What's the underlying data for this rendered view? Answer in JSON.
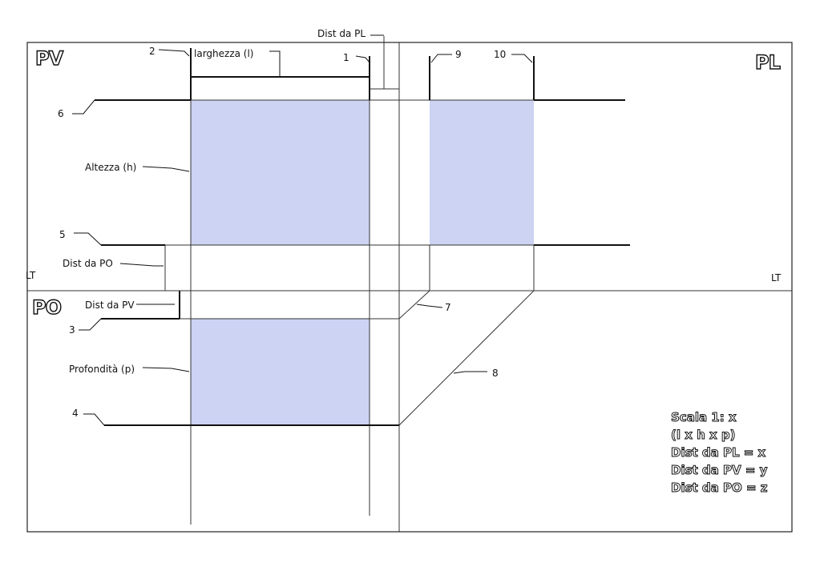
{
  "colors": {
    "fill": "#ccd3f3",
    "line": "#111111"
  },
  "planes": {
    "pv": "PV",
    "pl": "PL",
    "po": "PO",
    "lt_left": "LT",
    "lt_right": "LT"
  },
  "labels": {
    "dist_pl": "Dist da PL",
    "larghezza": "larghezza (l)",
    "altezza": "Altezza (h)",
    "dist_po": "Dist da PO",
    "dist_pv": "Dist da PV",
    "profondita": "Profondità (p)"
  },
  "numbers": {
    "n1": "1",
    "n2": "2",
    "n3": "3",
    "n4": "4",
    "n5": "5",
    "n6": "6",
    "n7": "7",
    "n8": "8",
    "n9": "9",
    "n10": "10"
  },
  "legend": [
    "Scala 1: x",
    "(l x h x p)",
    "Dist da PL = x",
    "Dist da PV = y",
    "Dist da PO = z"
  ]
}
